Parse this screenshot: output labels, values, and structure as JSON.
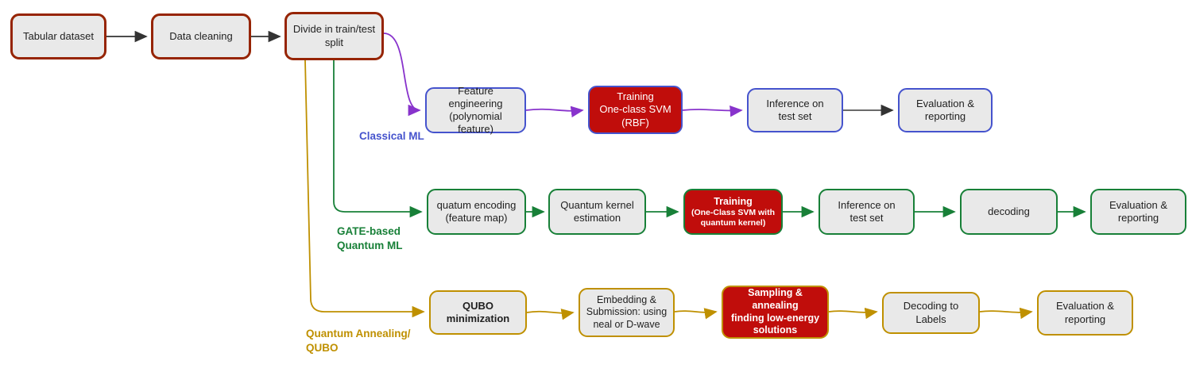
{
  "colors": {
    "node_fill": "#e9e9e9",
    "dark_red_border": "#962403",
    "blue": "#4553cd",
    "green": "#188038",
    "gold": "#bf9000",
    "purple": "#8833cc",
    "red_fill": "#c00d0b",
    "arrow_black": "#333333"
  },
  "pipeline": {
    "top": [
      {
        "label": "Tabular dataset"
      },
      {
        "label": "Data cleaning"
      },
      {
        "label": "Divide in  train/test\nsplit"
      }
    ],
    "classical": {
      "branch_label": "Classical ML",
      "nodes": [
        {
          "label": "Feature engineering\n(polynomial feature)"
        },
        {
          "label": "Training\nOne-class SVM\n(RBF)"
        },
        {
          "label": "Inference on\ntest set"
        },
        {
          "label": "Evaluation &\nreporting"
        }
      ]
    },
    "gate": {
      "branch_label": "GATE-based\nQuantum ML",
      "nodes": [
        {
          "label": "quatum encoding\n(feature map)"
        },
        {
          "label": "Quantum kernel\nestimation"
        },
        {
          "title": "Training",
          "subtitle": "(One-Class SVM with\nquantum kernel)"
        },
        {
          "label": "Inference on\ntest set"
        },
        {
          "label": "decoding"
        },
        {
          "label": "Evaluation &\nreporting"
        }
      ]
    },
    "qubo": {
      "branch_label": "Quantum Annealing/\nQUBO",
      "nodes": [
        {
          "label": "QUBO\nminimization"
        },
        {
          "label": "Embedding &\nSubmission: using\nneal or D-wave"
        },
        {
          "label": "Sampling &\nannealing\nfinding low-energy\nsolutions"
        },
        {
          "label": "Decoding to Labels"
        },
        {
          "label": "Evaluation &\nreporting"
        }
      ]
    }
  }
}
